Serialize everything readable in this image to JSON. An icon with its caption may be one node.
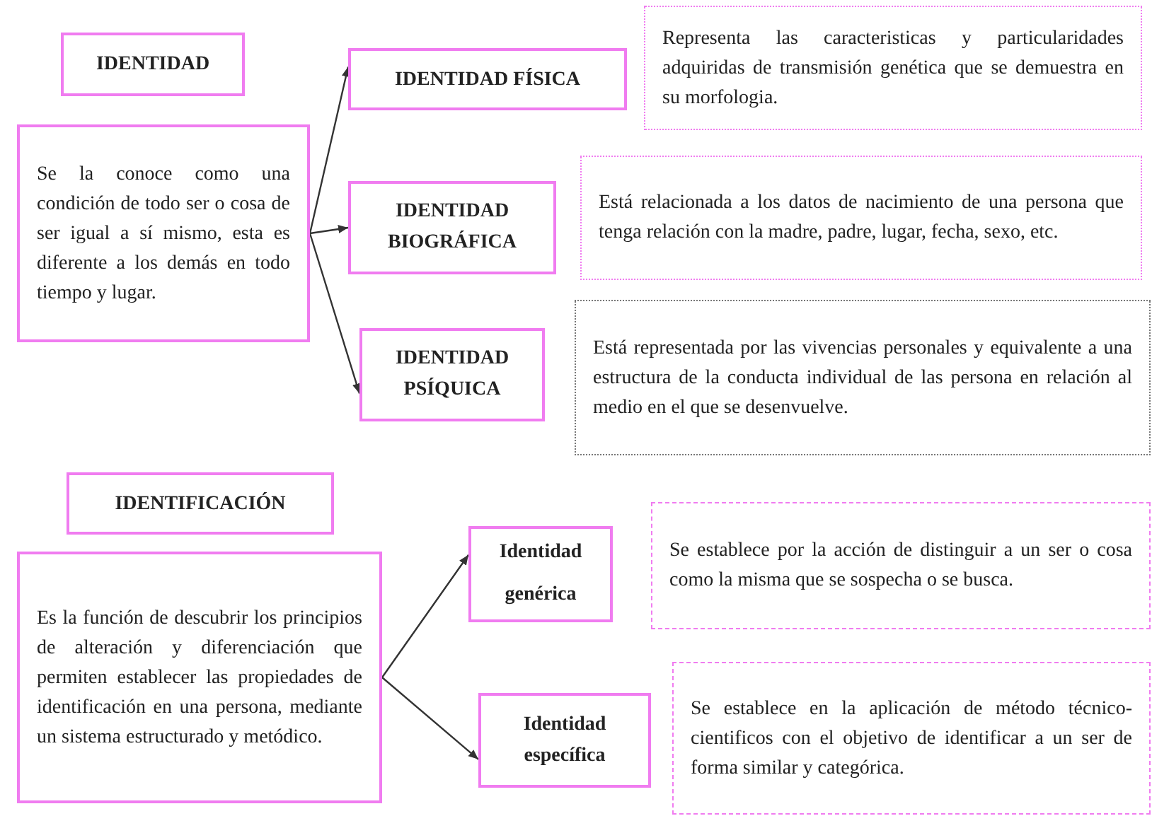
{
  "diagram": {
    "nodes": [
      {
        "text": [
          "IDENTIDAD"
        ]
      },
      {
        "text": [
          "Se la conoce como una condición de todo ser o cosa de ser igual a sí mismo, esta es diferente a los demás en todo tiempo y lugar."
        ]
      },
      {
        "text": [
          "IDENTIDAD FÍSICA"
        ]
      },
      {
        "text": [
          "IDENTIDAD BIOGRÁFICA"
        ]
      },
      {
        "text": [
          "IDENTIDAD PSÍQUICA"
        ]
      },
      {
        "text": [
          "Representa las caracteristicas y particularidades adquiridas de transmisión genética que se demuestra en su morfologia."
        ]
      },
      {
        "text": [
          "Está relacionada a los datos de nacimiento de una persona que tenga relación con la madre, padre, lugar, fecha, sexo, etc."
        ]
      },
      {
        "text": [
          "Está representada por las vivencias personales y equivalente a una estructura de la conducta individual de las persona en relación al medio en el que se desenvuelve."
        ]
      },
      {
        "text": [
          "IDENTIFICACIÓN"
        ]
      },
      {
        "text": [
          "Es la función de descubrir los principios de alteración y diferenciación que permiten establecer las propiedades de identificación en una persona, mediante un sistema estructurado y metódico."
        ]
      },
      {
        "text": [
          "Identidad genérica"
        ]
      },
      {
        "text": [
          "Identidad específica"
        ]
      },
      {
        "text": [
          "Se establece por la acción de distinguir a un ser o cosa como la misma que se sospecha o se busca."
        ]
      },
      {
        "text": [
          "Se establece en la aplicación de método técnico-cientificos con el objetivo de identificar a un ser de forma similar y categórica."
        ]
      }
    ],
    "edges": [
      {
        "from": 1,
        "to": 2,
        "arrow": "to"
      },
      {
        "from": 1,
        "to": 3,
        "arrow": "to"
      },
      {
        "from": 1,
        "to": 4,
        "arrow": "to"
      },
      {
        "from": 9,
        "to": 10,
        "arrow": "to"
      },
      {
        "from": 9,
        "to": 11,
        "arrow": "to"
      }
    ]
  }
}
